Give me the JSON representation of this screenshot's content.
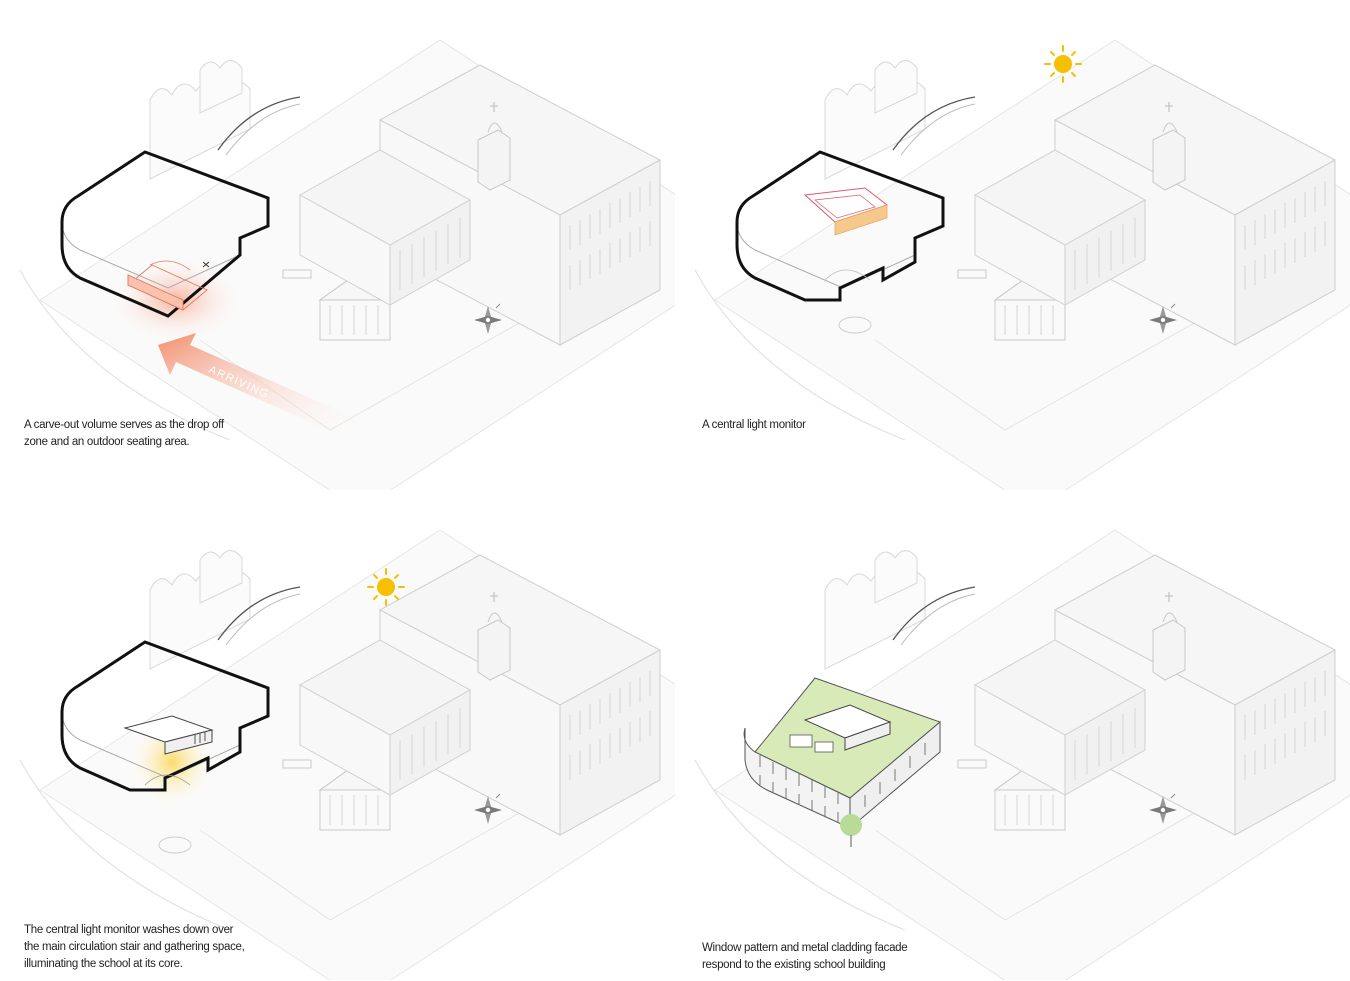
{
  "panels": [
    {
      "id": "carve-out",
      "caption": [
        "A carve-out volume serves as the drop off",
        "zone and an outdoor seating area."
      ],
      "arrow_label": "ARRIVING",
      "highlight_color": "#f3a98f",
      "accent_color": "#e8765a"
    },
    {
      "id": "light-monitor",
      "caption": [
        "A central light monitor"
      ],
      "monitor_color": "#f6c88c",
      "sun_color": "#f5c000"
    },
    {
      "id": "light-wash",
      "caption": [
        "The central light monitor washes down over",
        "the main circulation stair and gathering space,",
        "illuminating the school at its core."
      ],
      "glow_color": "#fbd75a",
      "sun_color": "#f5c000"
    },
    {
      "id": "facade",
      "caption": [
        "Window pattern and metal cladding facade",
        "respond to the existing school building"
      ],
      "roof_color": "#d8eab8",
      "tree_color": "#b8dc98"
    }
  ]
}
